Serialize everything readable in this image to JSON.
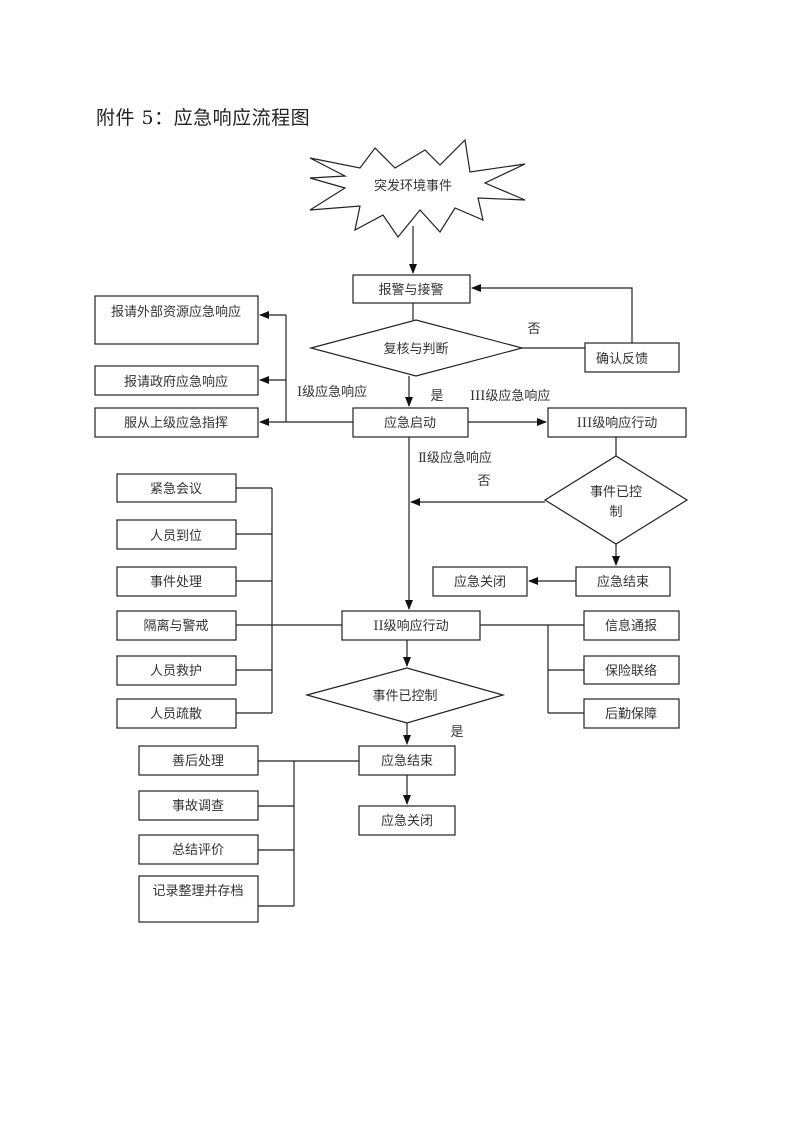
{
  "title": "附件 5：应急响应流程图",
  "nodes": {
    "start": "突发环境事件",
    "alarm": "报警与接警",
    "review": "复核与判断",
    "feedback": "确认反馈",
    "external": "报请外部资源应急响应",
    "government": "报请政府应急响应",
    "superior": "服从上级应急指挥",
    "launch": "应急启动",
    "level3_action": "III级响应行动",
    "controlled_right_line1": "事件已控",
    "controlled_right_line2": "制",
    "end_right": "应急结束",
    "close_right": "应急关闭",
    "level2_action": "II级响应行动",
    "controlled_lower": "事件已控制",
    "end_lower": "应急结束",
    "close_lower": "应急关闭"
  },
  "left_tasks": [
    "紧急会议",
    "人员到位",
    "事件处理",
    "隔离与警戒",
    "人员救护",
    "人员疏散"
  ],
  "right_tasks": [
    "信息通报",
    "保险联络",
    "后勤保障"
  ],
  "after_tasks": [
    "善后处理",
    "事故调查",
    "总结评价",
    "记录整理并存档"
  ],
  "labels": {
    "no_review": "否",
    "yes_review": "是",
    "level1": "Ⅰ级应急响应",
    "level3": "III级应急响应",
    "level2": "Ⅱ级应急响应",
    "no_right": "否",
    "yes_lower": "是"
  }
}
